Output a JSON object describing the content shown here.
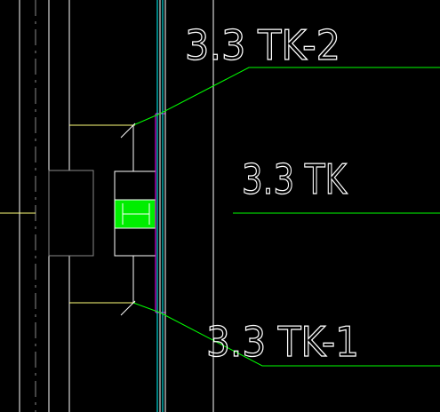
{
  "drawing": {
    "background": "#000000",
    "colors": {
      "white": "#ffffff",
      "grey": "#8a8a8a",
      "cyan": "#00ffff",
      "green": "#00ff00",
      "yellow": "#ffff7a",
      "magenta": "#ff00ff",
      "steel_fill": "#00ee00"
    },
    "labels": {
      "tk2": "3.3 TK-2",
      "tk": "3.3 TK",
      "tk1": "3.3 TK-1"
    }
  }
}
